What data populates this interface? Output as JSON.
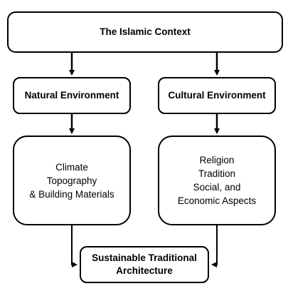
{
  "diagram": {
    "top_box": {
      "label": "The Islamic Context"
    },
    "natural_environment": {
      "label": "Natural Environment"
    },
    "cultural_environment": {
      "label": "Cultural Environment"
    },
    "natural_factors": {
      "label": "Climate\nTopography\n& Building Materials"
    },
    "cultural_factors": {
      "label": "Religion\nTradition\nSocial, and\nEconomic Aspects"
    },
    "bottom_box": {
      "label": "Sustainable Traditional\nArchitecture"
    }
  },
  "colors": {
    "stroke": "#000000",
    "fill": "#ffffff",
    "text": "#000000"
  }
}
